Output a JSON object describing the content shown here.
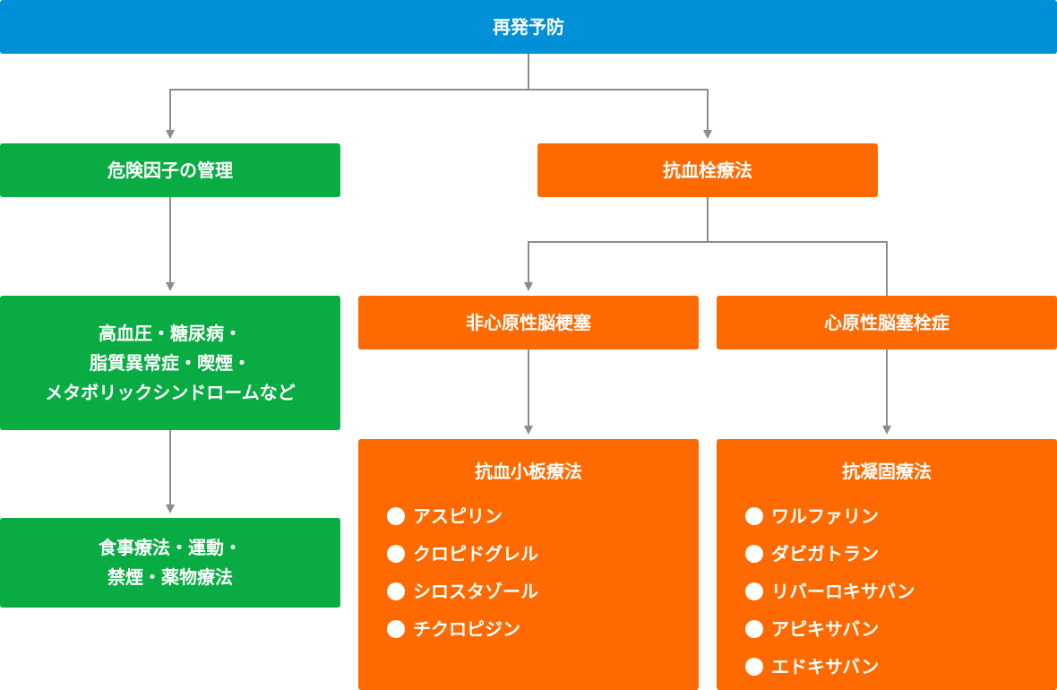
{
  "colors": {
    "root": "#0090d8",
    "risk": "#09ac43",
    "antithrombotic": "#ff6a00",
    "connector": "#8c8c8c"
  },
  "root": {
    "label": "再発予防"
  },
  "risk_management": {
    "label": "危険因子の管理",
    "conditions": [
      "高血圧・糖尿病・",
      "脂質異常症・喫煙・",
      "メタボリックシンドロームなど"
    ],
    "treatments": [
      "食事療法・運動・",
      "禁煙・薬物療法"
    ]
  },
  "antithrombotic": {
    "label": "抗血栓療法",
    "noncardio": {
      "label": "非心原性脳梗塞",
      "therapy": "抗血小板療法",
      "drugs": [
        "アスピリン",
        "クロピドグレル",
        "シロスタゾール",
        "チクロピジン"
      ]
    },
    "cardio": {
      "label": "心原性脳塞栓症",
      "therapy": "抗凝固療法",
      "drugs": [
        "ワルファリン",
        "ダビガトラン",
        "リバーロキサバン",
        "アピキサバン",
        "エドキサバン"
      ]
    }
  }
}
